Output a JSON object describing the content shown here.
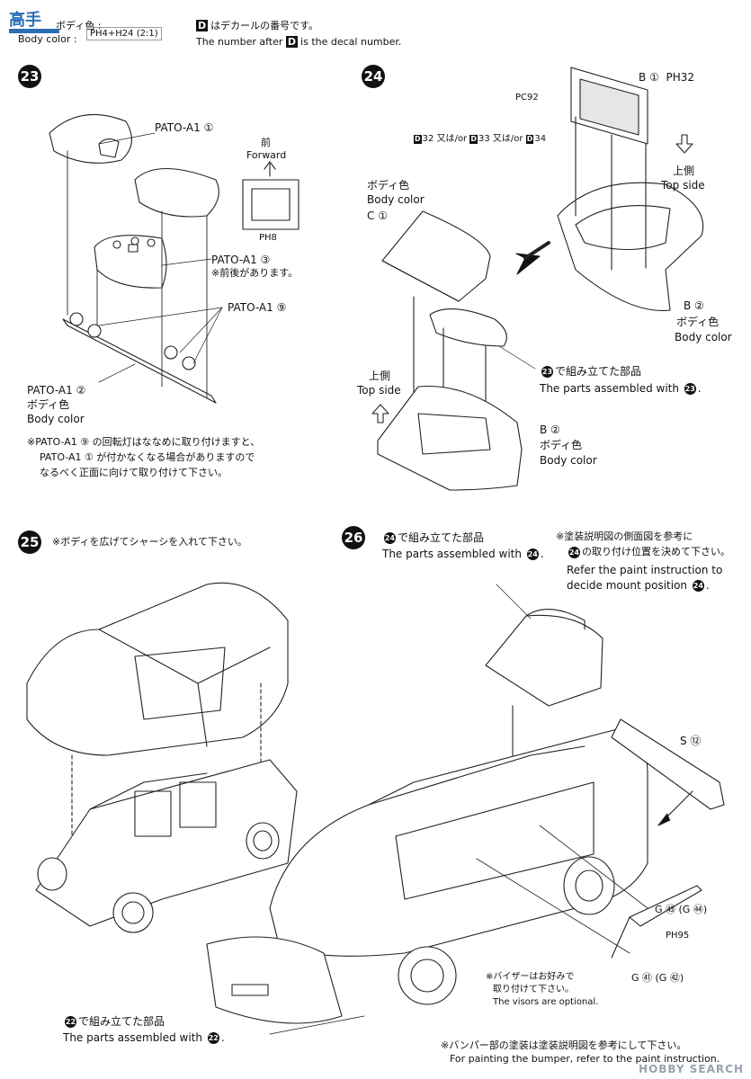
{
  "header": {
    "body_color_jp": "ボディ色",
    "body_color_en": "Body color",
    "body_color_value": "PH4+H24 (2:1)",
    "decal_note_jp": "はデカールの番号です。",
    "decal_note_en": "The number after",
    "decal_note_en_tail": "is the decal number.",
    "decal_letter": "D"
  },
  "steps": {
    "s23": {
      "number": "23",
      "pato1": "PATO-A1 ①",
      "pato3": "PATO-A1 ③",
      "pato3_note": "※前後があります。",
      "pato9": "PATO-A1 ⑨",
      "pato2": "PATO-A1 ②",
      "pato2_jp": "ボディ色",
      "pato2_en": "Body color",
      "forward_jp": "前",
      "forward_en": "Forward",
      "ph8": "PH8",
      "note_line1": "※PATO-A1 ⑨ の回転灯はななめに取り付けますと、",
      "note_line2": "PATO-A1 ① が付かなくなる場合がありますので",
      "note_line3": "なるべく正面に向けて取り付けて下さい。"
    },
    "s24": {
      "number": "24",
      "b1": "B ①",
      "ph32": "PH32",
      "pc92": "PC92",
      "decals": [
        "32",
        "33",
        "34"
      ],
      "or_jp": "又は",
      "or_en": "or",
      "top_side_jp": "上側",
      "top_side_en": "Top side",
      "c1_jp": "ボディ色",
      "c1_en": "Body color",
      "c1": "C ①",
      "b2": "B ②",
      "b2_jp": "ボディ色",
      "b2_en": "Body color",
      "assembled_jp": "で組み立てた部品",
      "assembled_en": "The parts assembled with",
      "ref": "23",
      "top_side2_jp": "上側",
      "top_side2_en": "Top side",
      "b2b": "B ②",
      "b2b_jp": "ボディ色",
      "b2b_en": "Body color"
    },
    "s25": {
      "number": "25",
      "note": "※ボディを広げてシャーシを入れて下さい。",
      "assembled_jp": "で組み立てた部品",
      "assembled_en": "The parts assembled with",
      "ref": "22"
    },
    "s26": {
      "number": "26",
      "assembled_jp": "で組み立てた部品",
      "assembled_en": "The parts assembled with",
      "ref": "24",
      "mount_jp1": "※塗装説明図の側面図を参考に",
      "mount_jp2": "の取り付け位置を決めて下さい。",
      "mount_en1": "Refer the paint instruction to",
      "mount_en2": "decide mount position",
      "s12": "S ⑫",
      "g53": "G ㊸ (G ㊹)",
      "ph95": "PH95",
      "g51": "G ㊶ (G ㊷)",
      "visor_jp1": "※バイザーはお好みで",
      "visor_jp2": "取り付けて下さい。",
      "visor_en": "The visors are optional.",
      "bumper_jp": "※バンパー部の塗装は塗装説明図を参考にして下さい。",
      "bumper_en": "For painting the bumper, refer to the paint instruction."
    }
  },
  "watermark": "HOBBY SEARCH",
  "logo_text": "高手"
}
